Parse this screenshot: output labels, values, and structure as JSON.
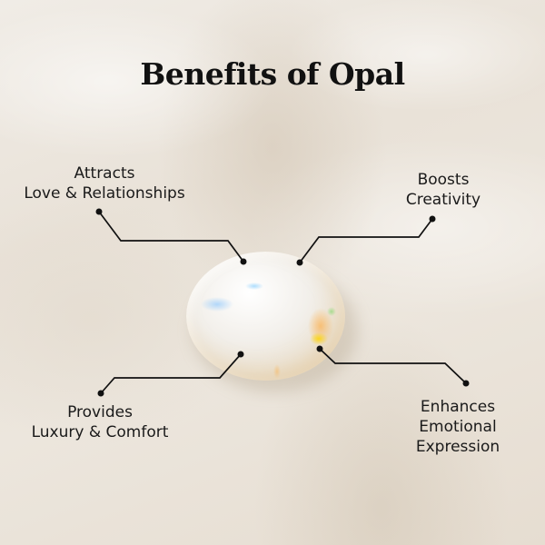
{
  "title": "Benefits of Opal",
  "benefits": {
    "love": {
      "line1": "Attracts",
      "line2": "Love & Relationships"
    },
    "creativity": {
      "line1": "Boosts",
      "line2": "Creativity"
    },
    "luxury": {
      "line1": "Provides",
      "line2": "Luxury & Comfort"
    },
    "emotional": {
      "line1": "Enhances",
      "line2": "Emotional",
      "line3": "Expression"
    }
  },
  "colors": {
    "text": "#111111",
    "connector": "#111111",
    "background": "#ece6dd"
  },
  "image": {
    "subject": "white opal cabochon on cream silk"
  }
}
